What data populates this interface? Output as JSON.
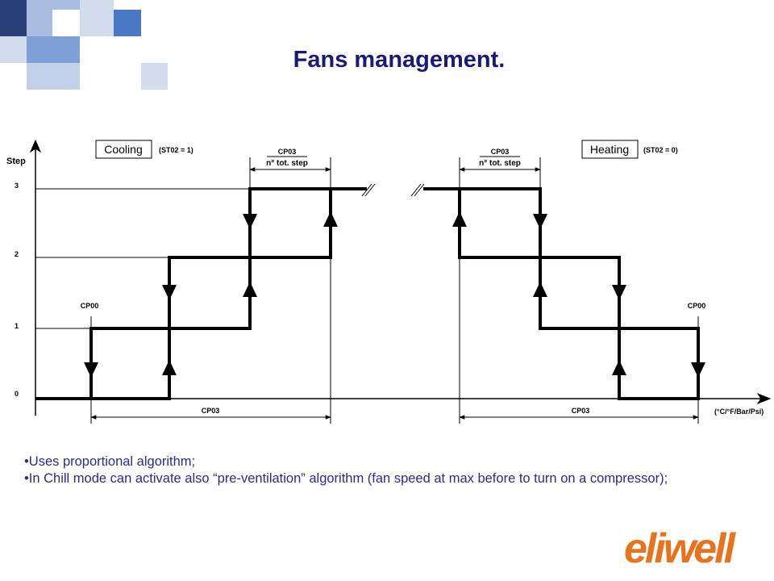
{
  "slide": {
    "title": "Fans management.",
    "bullets": [
      "•Uses proportional algorithm;",
      "•In Chill mode can activate also “pre-ventilation” algorithm (fan speed at max before to turn on a compressor);"
    ],
    "logo_text": "eliwell",
    "colors": {
      "title": "#1a1a7a",
      "bullet_text": "#2b2b8a",
      "logo": "#e8731e",
      "deco_dark": "#2a3f7a",
      "deco_mid": "#4a78c4",
      "deco_light": "#a9bde0",
      "deco_pale": "#d3dcec"
    }
  },
  "diagram": {
    "y_axis_label": "Step",
    "x_axis_label": "(°C/°F/Bar/Psi)",
    "step_ticks": [
      "0",
      "1",
      "2",
      "3"
    ],
    "cooling": {
      "label": "Cooling",
      "condition": "(ST02 = 1)",
      "offset_label": "CP00",
      "band_label": "CP03",
      "step_fraction_top": "CP03",
      "step_fraction_bottom": "n° tot. step"
    },
    "heating": {
      "label": "Heating",
      "condition": "(ST02 = 0)",
      "offset_label": "CP00",
      "band_label": "CP03",
      "step_fraction_top": "CP03",
      "step_fraction_bottom": "n° tot. step"
    }
  }
}
